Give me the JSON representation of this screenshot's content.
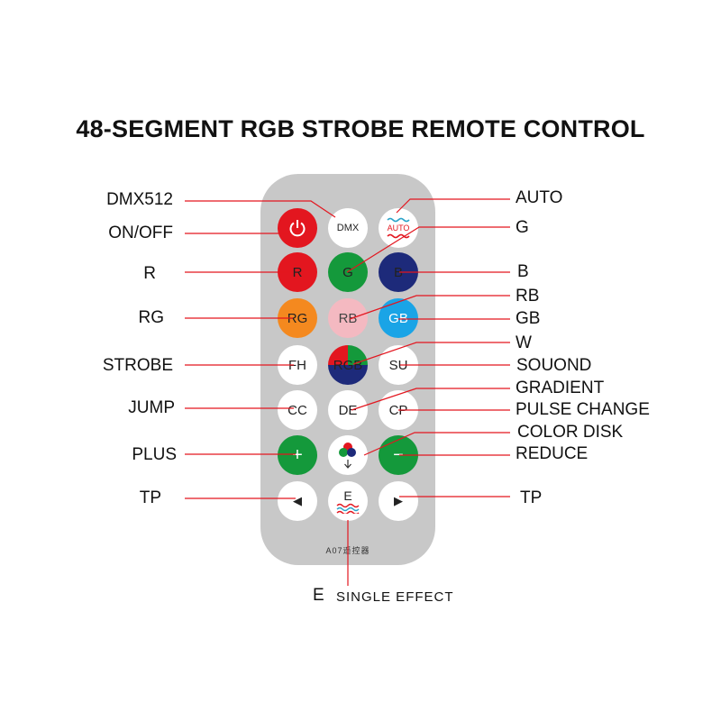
{
  "title": "48-SEGMENT RGB STROBE REMOTE CONTROL",
  "remote_model": "A07遥控器",
  "buttons": {
    "dmx": "DMX",
    "auto": "AUTO",
    "r": "R",
    "g": "G",
    "b": "B",
    "rg": "RG",
    "rb": "RB",
    "gb": "GB",
    "fh": "FH",
    "rgb": "RGB",
    "su": "SU",
    "cc": "CC",
    "de": "DE",
    "cp": "CP",
    "plus": "+",
    "minus": "−",
    "prev": "◀",
    "next": "▶",
    "e": "E"
  },
  "labels": {
    "dmx512": "DMX512",
    "on_off": "ON/OFF",
    "r": "R",
    "rg": "RG",
    "strobe": "STROBE",
    "jump": "JUMP",
    "plus": "PLUS",
    "tp_left": "TP",
    "auto": "AUTO",
    "g": "G",
    "b": "B",
    "rb": "RB",
    "gb": "GB",
    "w": "W",
    "sound": "SOUOND",
    "gradient": "GRADIENT",
    "pulse_change": "PULSE CHANGE",
    "color_disk": "COLOR DISK",
    "reduce": "REDUCE",
    "tp_right": "TP",
    "e_letter": "E",
    "single_effect": "SINGLE EFFECT"
  },
  "colors": {
    "callout_line": "#e3161f",
    "remote_body": "#c8c8c8",
    "red": "#e3161f",
    "green": "#14993b",
    "navy": "#1d2a7a",
    "orange": "#f4891f",
    "pink": "#f4b9c1",
    "cyan": "#1aa4e6"
  }
}
